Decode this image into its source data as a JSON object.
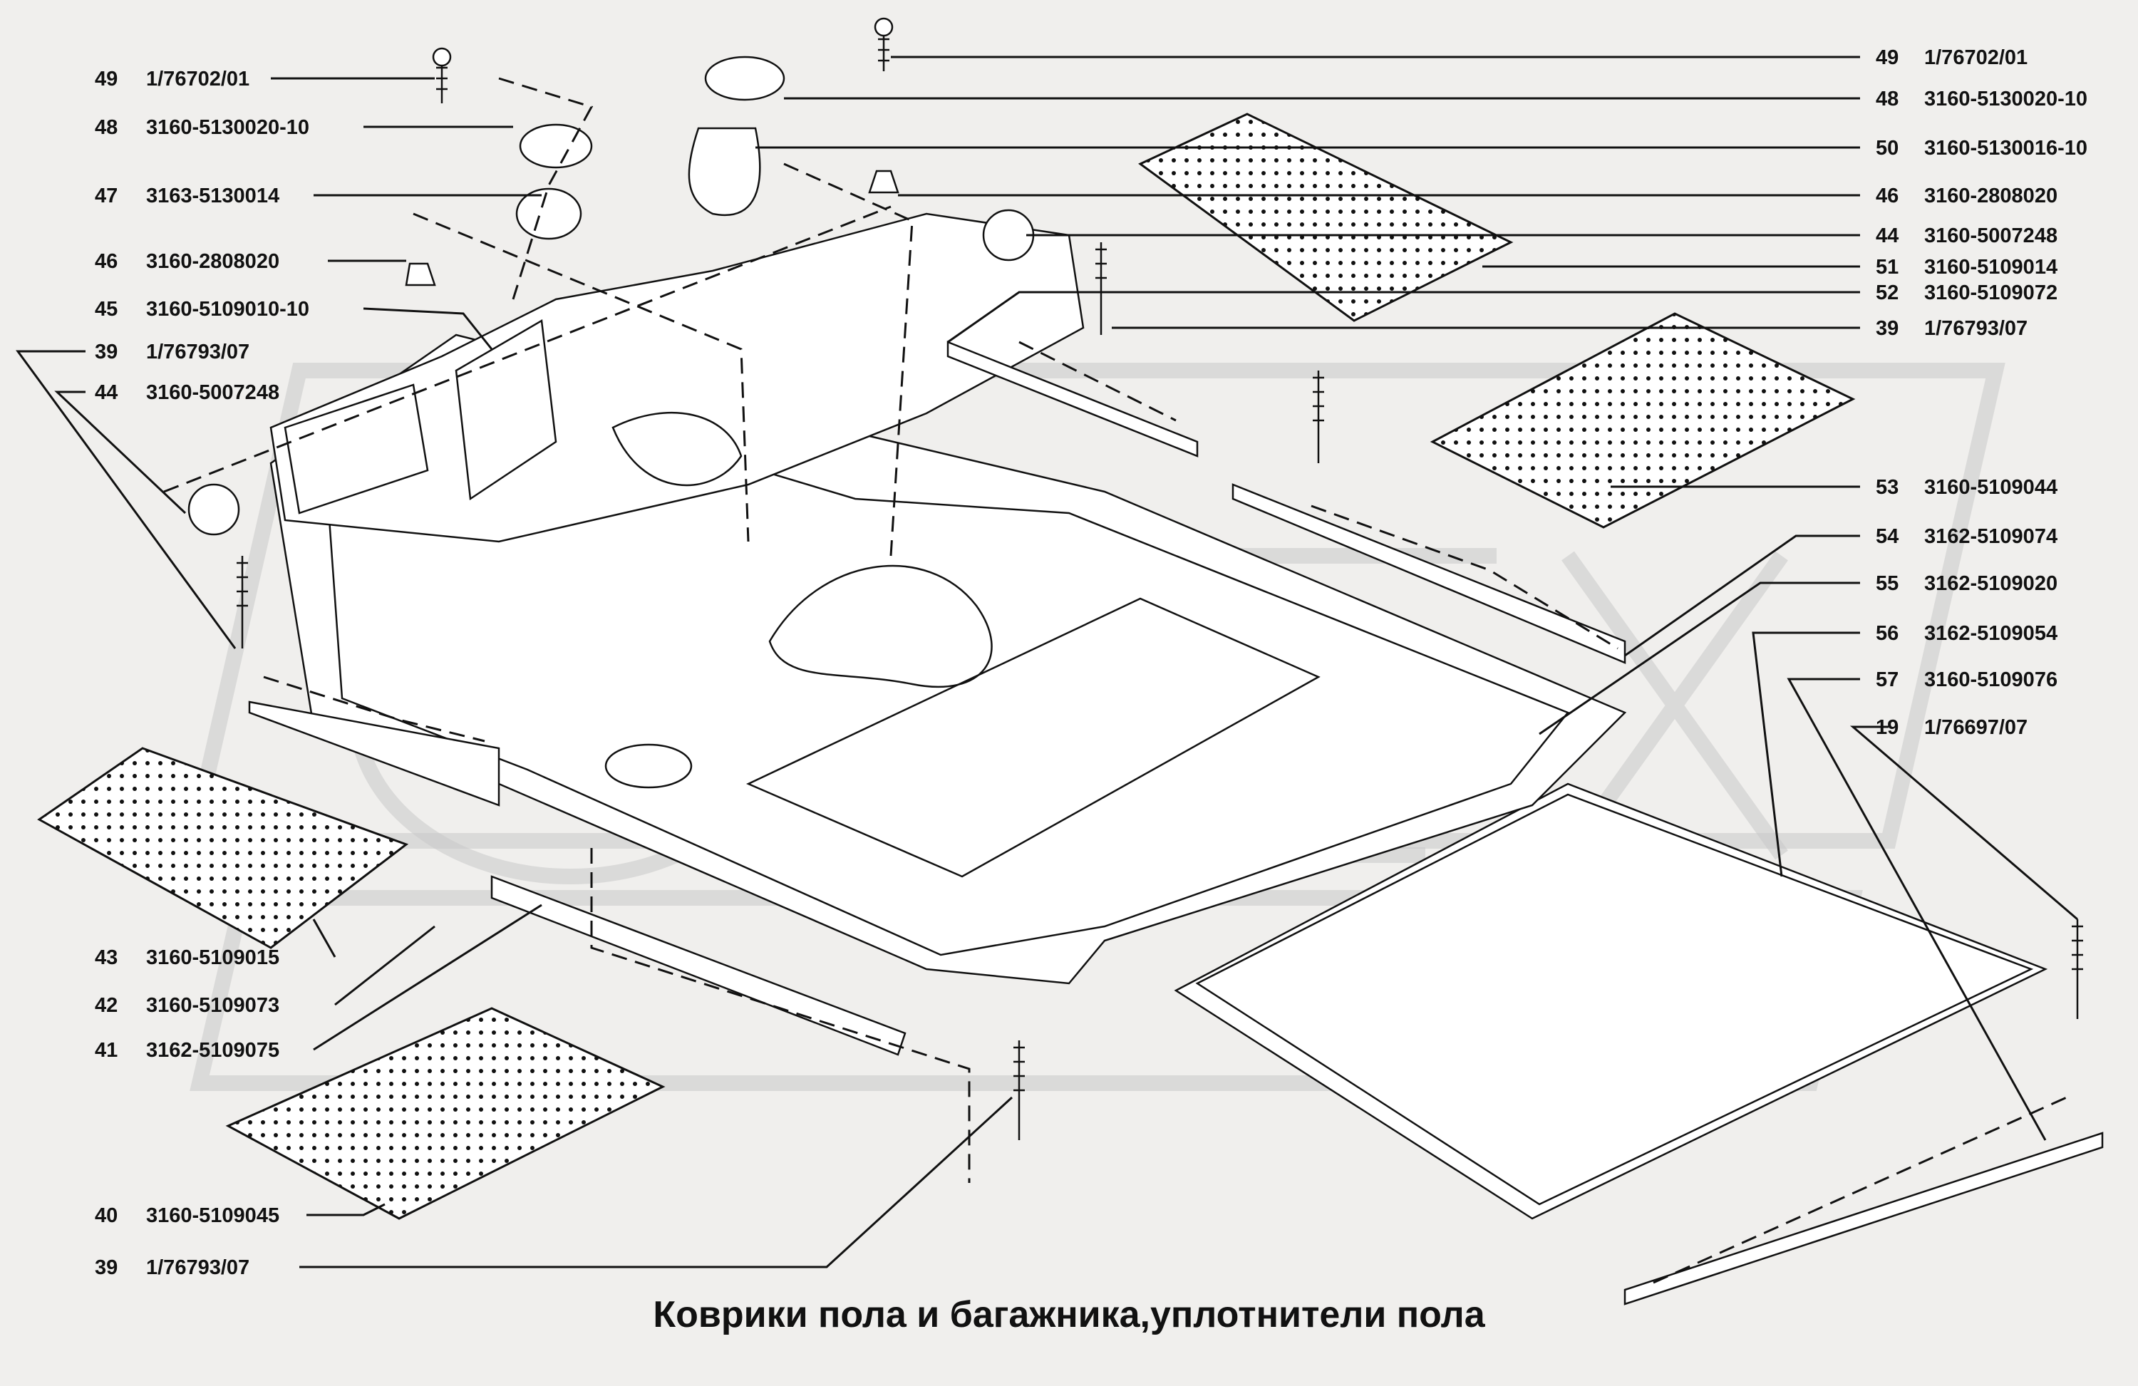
{
  "title": "Коврики пола и багажника,уплотнители пола",
  "watermark": "OPEX",
  "colors": {
    "background": "#f0efed",
    "ink": "#111111",
    "watermark": "#c9c9c9"
  },
  "callouts": [
    {
      "num": "49",
      "code": "1/76702/01"
    },
    {
      "num": "48",
      "code": "3160-5130020-10"
    },
    {
      "num": "47",
      "code": "3163-5130014"
    },
    {
      "num": "46",
      "code": "3160-2808020"
    },
    {
      "num": "45",
      "code": "3160-5109010-10"
    },
    {
      "num": "39",
      "code": "1/76793/07"
    },
    {
      "num": "44",
      "code": "3160-5007248"
    },
    {
      "num": "43",
      "code": "3160-5109015"
    },
    {
      "num": "42",
      "code": "3160-5109073"
    },
    {
      "num": "41",
      "code": "3162-5109075"
    },
    {
      "num": "40",
      "code": "3160-5109045"
    },
    {
      "num": "39",
      "code": "1/76793/07"
    },
    {
      "num": "49",
      "code": "1/76702/01"
    },
    {
      "num": "48",
      "code": "3160-5130020-10"
    },
    {
      "num": "50",
      "code": "3160-5130016-10"
    },
    {
      "num": "46",
      "code": "3160-2808020"
    },
    {
      "num": "44",
      "code": "3160-5007248"
    },
    {
      "num": "51",
      "code": "3160-5109014"
    },
    {
      "num": "52",
      "code": "3160-5109072"
    },
    {
      "num": "39",
      "code": "1/76793/07"
    },
    {
      "num": "53",
      "code": "3160-5109044"
    },
    {
      "num": "54",
      "code": "3162-5109074"
    },
    {
      "num": "55",
      "code": "3162-5109020"
    },
    {
      "num": "56",
      "code": "3162-5109054"
    },
    {
      "num": "57",
      "code": "3160-5109076"
    },
    {
      "num": "19",
      "code": "1/76697/07"
    }
  ]
}
